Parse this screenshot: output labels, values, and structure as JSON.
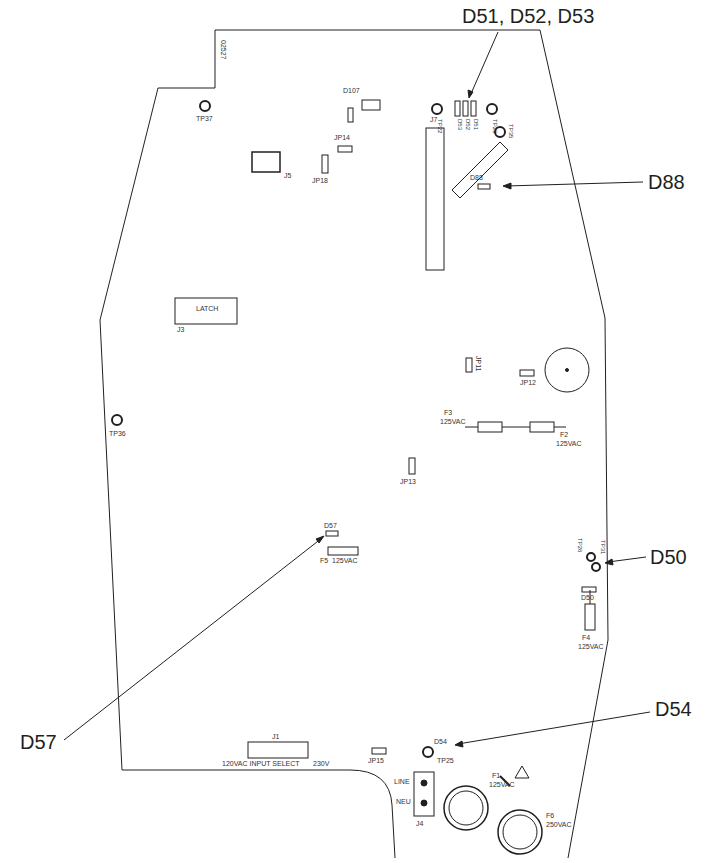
{
  "diagram": {
    "labels": [
      "D51, D52, D53",
      "D88",
      "D50",
      "D57",
      "D54",
      "02527",
      "TP37",
      "D107",
      "J5",
      "JP18",
      "JP14",
      "J7",
      "TP22",
      "D53",
      "D52",
      "D51",
      "TP23",
      "TP35",
      "D88",
      "J3",
      "LATCH",
      "TP36",
      "JP11",
      "JP12",
      "F3",
      "125VAC",
      "F2",
      "125VAC",
      "JP13",
      "D57",
      "F5",
      "125VAC",
      "TP26",
      "TP31",
      "D50",
      "F4",
      "125VAC",
      "D54",
      "TP25",
      "J1",
      "120VAC INPUT SELECT",
      "230V",
      "JP15",
      "LINE",
      "NEU",
      "J4",
      "F1",
      "125VAC",
      "F6",
      "250VAC"
    ]
  }
}
